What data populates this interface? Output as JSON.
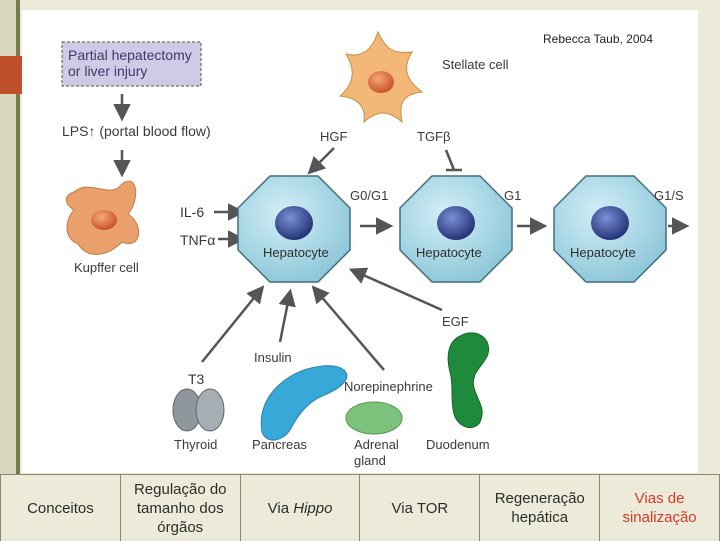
{
  "credit": "Rebecca Taub, 2004",
  "trigger_box": {
    "line1": "Partial hepatectomy",
    "line2": "or liver injury"
  },
  "lps_label": "LPS↑ (portal blood flow)",
  "stellate_label": "Stellate cell",
  "hgf_label": "HGF",
  "tgf_label": "TGFβ",
  "kupffer_label": "Kupffer cell",
  "il6_label": "IL-6",
  "tnf_label": "TNFα",
  "phase_labels": [
    "G0/G1",
    "G1",
    "G1/S"
  ],
  "hepatocyte_label": "Hepatocyte",
  "insulin_label": "Insulin",
  "t3_label": "T3",
  "norepinephrine_label": "Norepinephrine",
  "egf_label": "EGF",
  "thyroid_label": "Thyroid",
  "pancreas_label": "Pancreas",
  "adrenal_label_1": "Adrenal",
  "adrenal_label_2": "gland",
  "duodenum_label": "Duodenum",
  "colors": {
    "hepatocyte_fill": "#a9d6e3",
    "nucleus": "#3d4f9c",
    "stellate": "#f3b777",
    "kupffer": "#e9a06b",
    "pancreas": "#38a8d8",
    "adrenal": "#7cc27c",
    "duodenum": "#1f8a3b",
    "active_nav": "#d83a2a"
  },
  "nav": {
    "items": [
      {
        "label": "Conceitos"
      },
      {
        "label": "Regulação do tamanho dos órgãos"
      },
      {
        "label_pre": "Via ",
        "label_em": "Hippo"
      },
      {
        "label": "Via TOR"
      },
      {
        "label": "Regeneração hepática"
      },
      {
        "label": "Vias de sinalização"
      }
    ],
    "active_index": 5
  }
}
